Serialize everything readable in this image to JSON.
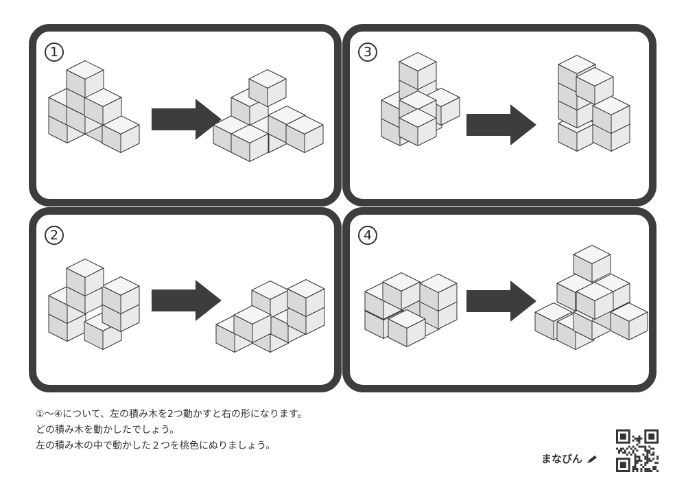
{
  "panels": [
    {
      "number": "1"
    },
    {
      "number": "3"
    },
    {
      "number": "2"
    },
    {
      "number": "4"
    }
  ],
  "instructions": {
    "line1": "①〜④について、左の積み木を2つ動かすと右の形になります。",
    "line2": "どの積み木を動かしたでしょう。",
    "line3": "左の積み木の中で動かした２つを桃色にぬりましょう。"
  },
  "brand": {
    "name": "まなびん"
  },
  "colors": {
    "border": "#3d3d3d",
    "arrow": "#3d3d3d",
    "cube_top": "#f5f5f5",
    "cube_left": "#d9d9d9",
    "cube_right": "#eaeaea"
  }
}
